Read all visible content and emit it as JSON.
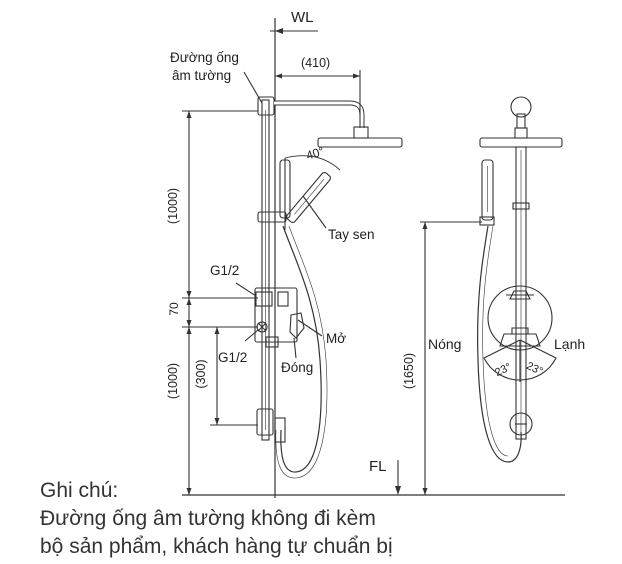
{
  "labels": {
    "wall_line": "WL",
    "embedded_pipe": [
      "Đường ống",
      "âm tường"
    ],
    "arm_length": "(410)",
    "tilt_angle": "40°",
    "hand_shower": "Tay sen",
    "upper_height": "(1000)",
    "inlet_upper": "G1/2",
    "inlet_lower": "G1/2",
    "spacing": "70",
    "inlet_offset": "(300)",
    "lower_height": "(1000)",
    "open": "Mở",
    "close": "Đóng",
    "hot": "Nóng",
    "cold": "Lạnh",
    "total_height": "(1650)",
    "floor_line": "FL",
    "angle_hot": "23°",
    "angle_cold": "23°"
  },
  "note": {
    "title": "Ghi chú:",
    "line1": "Đường ống âm tường không đi kèm",
    "line2": "bộ sản phẩm, khách hàng tự chuẩn bị"
  },
  "colors": {
    "line": "#333333",
    "text": "#222222"
  }
}
